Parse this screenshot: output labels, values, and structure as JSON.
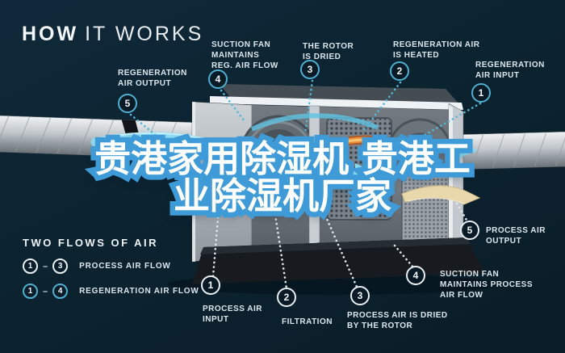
{
  "title": {
    "primary": "HOW",
    "secondary": "IT WORKS"
  },
  "watermark": {
    "line1": "贵港家用除湿机 贵港工",
    "line2": "业除湿机厂家"
  },
  "callouts": {
    "regen_output": {
      "num": "5",
      "label": "REGENERATION\nAIR OUTPUT"
    },
    "suction_fan_reg": {
      "num": "4",
      "label": "SUCTION FAN\nMAINTAINS\nREG. AIR FLOW"
    },
    "rotor_dried": {
      "num": "3",
      "label": "THE ROTOR\nIS DRIED"
    },
    "regen_heated": {
      "num": "2",
      "label": "REGENERATION AIR\nIS HEATED"
    },
    "regen_input": {
      "num": "1",
      "label": "REGENERATION\nAIR INPUT"
    },
    "process_output": {
      "num": "5",
      "label": "PROCESS AIR\nOUTPUT"
    },
    "suction_fan_process": {
      "num": "4",
      "label": "SUCTION FAN\nMAINTAINS PROCESS\nAIR FLOW"
    },
    "process_dried": {
      "num": "3",
      "label": "PROCESS AIR IS DRIED\nBY THE ROTOR"
    },
    "filtration": {
      "num": "2",
      "label": "FILTRATION"
    },
    "process_input": {
      "num": "1",
      "label": "PROCESS AIR\nINPUT"
    }
  },
  "legend": {
    "title": "TWO FLOWS OF AIR",
    "rows": [
      {
        "from": "1",
        "to": "3",
        "separator": "–",
        "label": "PROCESS AIR FLOW",
        "ring": "white"
      },
      {
        "from": "1",
        "to": "4",
        "separator": "–",
        "label": "REGENERATION AIR FLOW",
        "ring": "cyan"
      }
    ]
  },
  "colors": {
    "background": "#0c2330",
    "accent_cyan": "#54b7d8",
    "ring_white": "#e9eff2",
    "label_text": "#dce6eb",
    "heater_orange": "#ef9036",
    "airflow_blue": "#8adbf2",
    "output_tan": "#e9d8ab",
    "watermark_fill": "#ffffff",
    "watermark_stroke": "#3e9bd8"
  }
}
